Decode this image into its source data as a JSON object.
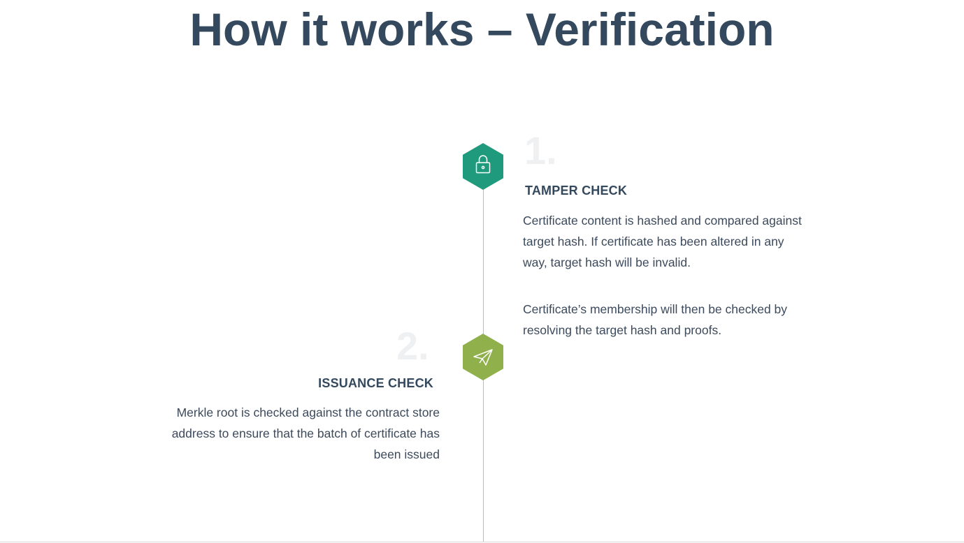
{
  "page": {
    "title": "How it works – Verification"
  },
  "colors": {
    "title": "#34495e",
    "body_text": "#3c4a5c",
    "step1_hex": "#1f9a7d",
    "step2_hex": "#8fb04a",
    "timeline": "#b9bdc2",
    "step_number": "#eef0f2"
  },
  "steps": [
    {
      "number": "1.",
      "icon": "lock-icon",
      "heading": "TAMPER CHECK",
      "paragraphs": [
        "Certificate content is hashed and compared against target hash. If certificate has been altered in any way, target hash will be invalid.",
        "Certificate’s membership will then be checked by resolving the target hash and proofs."
      ]
    },
    {
      "number": "2.",
      "icon": "paper-plane-icon",
      "heading": "ISSUANCE CHECK",
      "paragraphs": [
        "Merkle root is checked against the contract store address to ensure that the batch of certificate has been issued"
      ]
    }
  ]
}
